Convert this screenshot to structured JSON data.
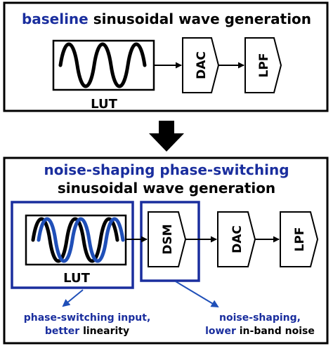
{
  "colors": {
    "black": "#000000",
    "blue": "#1a2e9e",
    "highlight_blue": "#1f4fb8"
  },
  "top_panel": {
    "title_highlight": "baseline",
    "title_rest": " sinusoidal wave generation",
    "lut_label": "LUT",
    "dac_label": "DAC",
    "lpf_label": "LPF"
  },
  "bottom_panel": {
    "title_line1": "noise-shaping phase-switching",
    "title_line2": "sinusoidal wave generation",
    "lut_label": "LUT",
    "dsm_label": "DSM",
    "dac_label": "DAC",
    "lpf_label": "LPF",
    "annotation_left_line1": "phase-switching input,",
    "annotation_left_line2_prefix": "better",
    "annotation_left_line2_rest": " linearity",
    "annotation_right_line1": "noise-shaping,",
    "annotation_right_line2_prefix": "lower",
    "annotation_right_line2_rest": " in-band noise"
  },
  "icons": [
    "sine-wave-icon",
    "down-arrow-icon",
    "arrow-icon"
  ]
}
